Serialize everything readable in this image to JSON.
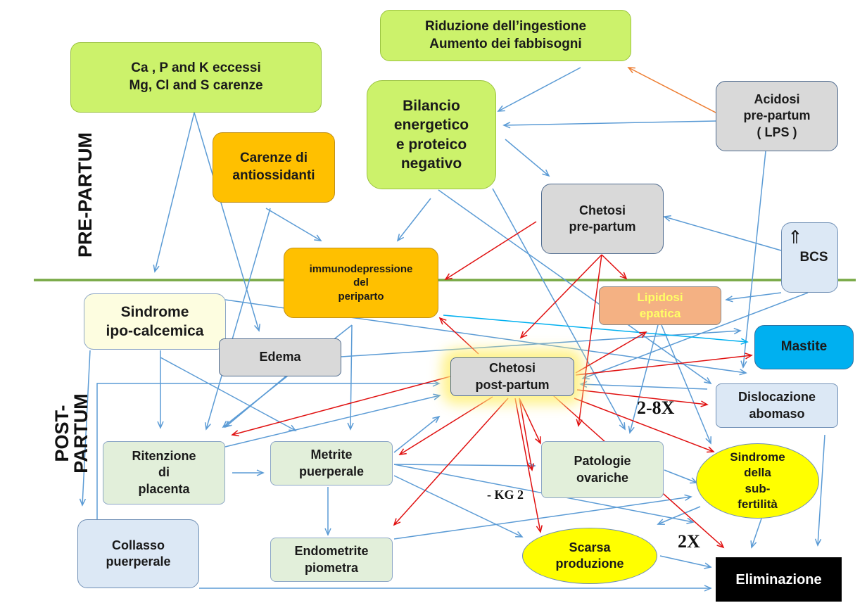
{
  "section_labels": {
    "pre": "PRE-PARTUM",
    "post": "POST-\nPARTUM"
  },
  "nodes": {
    "riduzione": "Riduzione dell’ingestione\nAumento dei fabbisogni",
    "minerali": "Ca , P and K eccessi\nMg, Cl and S carenze",
    "bilancio": "Bilancio\nenergetico\ne proteico\nnegativo",
    "acidosi": "Acidosi\npre-partum\n( LPS )",
    "carenze": "Carenze di\nantiossidanti",
    "chetosi_pre": "Chetosi\npre-partum",
    "bcs": "BCS",
    "bcs_arrow": "⇑",
    "immuno": "immunodepressione\ndel\nperiparto",
    "lipidosi": "Lipidosi\nepatica",
    "sindrome_ipo": "Sindrome\nipo-calcemica",
    "mastite": "Mastite",
    "edema": "Edema",
    "chetosi_post": "Chetosi\npost-partum",
    "dislocazione": "Dislocazione\nabomaso",
    "ritenzione": "Ritenzione\ndi\nplacenta",
    "metrite": "Metrite\npuerperale",
    "patologie": "Patologie\novariche",
    "subfertilita": "Sindrome\ndella\nsub-\nfertilità",
    "collasso": "Collasso\npuerperale",
    "endometrite": "Endometrite\npiometra",
    "scarsa": "Scarsa\nproduzione",
    "eliminazione": "Eliminazione"
  },
  "annotations": {
    "x28": "2-8X",
    "kg2": "- KG 2",
    "x2": "2X"
  },
  "colors": {
    "divider": "#77a844",
    "blue_arrow": "#5b9bd5",
    "red_arrow": "#e01010",
    "orange_arrow": "#ed7d31",
    "cyan_arrow": "#00b0f0"
  }
}
